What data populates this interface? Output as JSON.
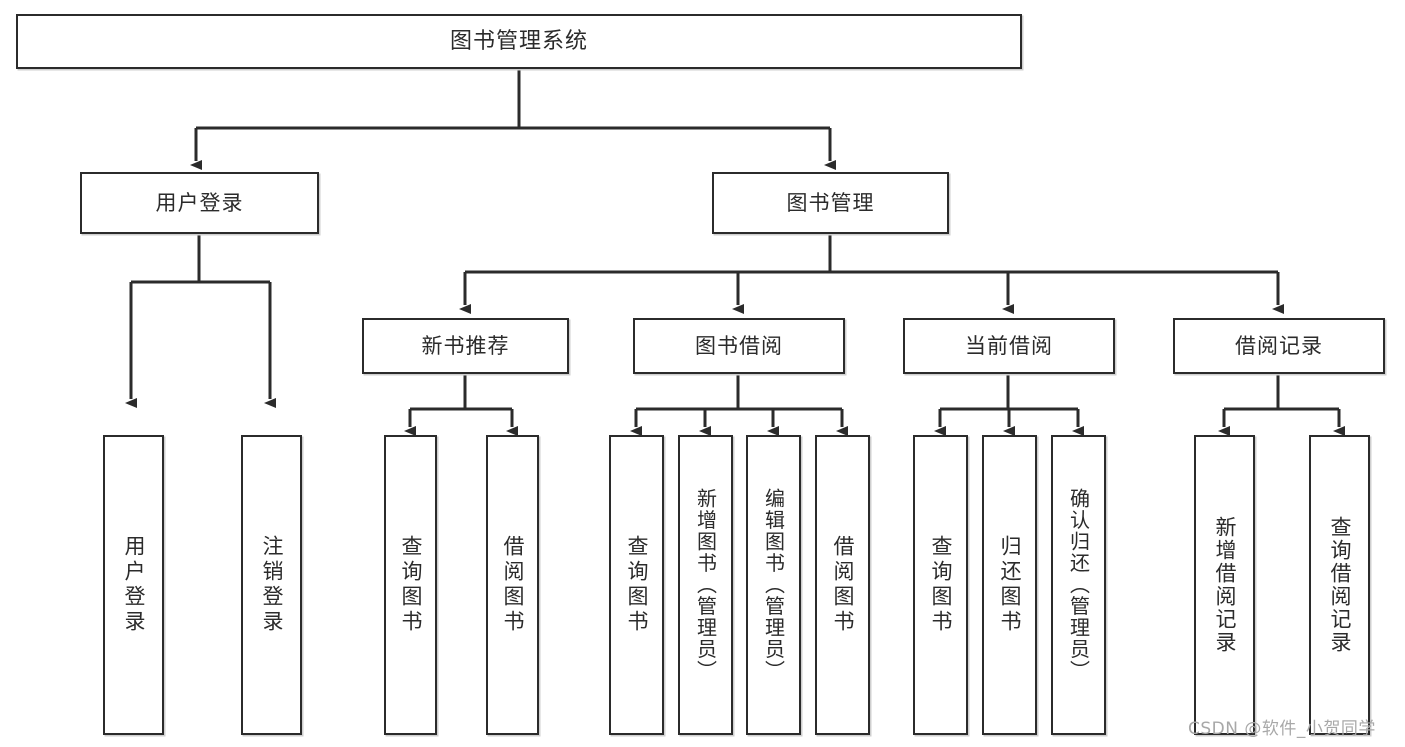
{
  "diagram": {
    "type": "tree",
    "title": "图书管理系统",
    "levels": 4,
    "root": {
      "id": "root",
      "label": "图书管理系统",
      "orientation": "horizontal"
    },
    "level2": [
      {
        "id": "user-login",
        "label": "用户登录",
        "orientation": "horizontal"
      },
      {
        "id": "book-manage",
        "label": "图书管理",
        "orientation": "horizontal"
      }
    ],
    "level3": [
      {
        "id": "new-book-rec",
        "label": "新书推荐",
        "orientation": "horizontal",
        "parent": "book-manage"
      },
      {
        "id": "book-borrow",
        "label": "图书借阅",
        "orientation": "horizontal",
        "parent": "book-manage"
      },
      {
        "id": "current-borrow",
        "label": "当前借阅",
        "orientation": "horizontal",
        "parent": "book-manage"
      },
      {
        "id": "borrow-record",
        "label": "借阅记录",
        "orientation": "horizontal",
        "parent": "book-manage"
      }
    ],
    "leaves": [
      {
        "id": "leaf-user-login",
        "label": "用户登录",
        "parent": "user-login"
      },
      {
        "id": "leaf-logout",
        "label": "注销登录",
        "parent": "user-login"
      },
      {
        "id": "leaf-query-book-1",
        "label": "查询图书",
        "parent": "new-book-rec"
      },
      {
        "id": "leaf-borrow-book-1",
        "label": "借阅图书",
        "parent": "new-book-rec"
      },
      {
        "id": "leaf-query-book-2",
        "label": "查询图书",
        "parent": "book-borrow"
      },
      {
        "id": "leaf-add-book",
        "label": "新增图书（管理员）",
        "parent": "book-borrow"
      },
      {
        "id": "leaf-edit-book",
        "label": "编辑图书（管理员）",
        "parent": "book-borrow"
      },
      {
        "id": "leaf-borrow-book-2",
        "label": "借阅图书",
        "parent": "book-borrow"
      },
      {
        "id": "leaf-query-book-3",
        "label": "查询图书",
        "parent": "current-borrow"
      },
      {
        "id": "leaf-return-book",
        "label": "归还图书",
        "parent": "current-borrow"
      },
      {
        "id": "leaf-confirm-return",
        "label": "确认归还（管理员）",
        "parent": "current-borrow"
      },
      {
        "id": "leaf-add-record",
        "label": "新增借阅记录",
        "parent": "borrow-record"
      },
      {
        "id": "leaf-query-record",
        "label": "查询借阅记录",
        "parent": "borrow-record"
      }
    ],
    "watermark": "CSDN @软件_小贺同学",
    "colors": {
      "border": "#2b2b2b",
      "background": "#ffffff",
      "text": "#2b2b2b",
      "connector": "#2b2b2b",
      "watermark": "#a8a8a8"
    }
  }
}
